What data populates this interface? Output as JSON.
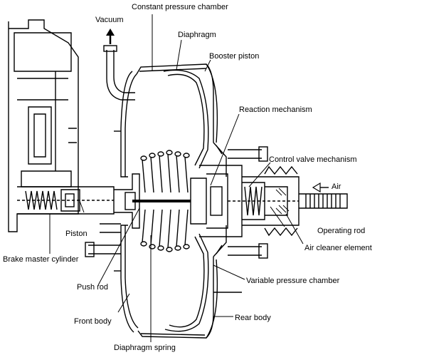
{
  "labels": {
    "constant_pressure_chamber": "Constant pressure chamber",
    "vacuum": "Vacuum",
    "diaphragm": "Diaphragm",
    "booster_piston": "Booster piston",
    "reaction_mechanism": "Reaction mechanism",
    "control_valve_mechanism": "Control valve mechanism",
    "air": "Air",
    "operating_rod": "Operating rod",
    "air_cleaner_element": "Air cleaner element",
    "piston": "Piston",
    "brake_master_cylinder": "Brake master cylinder",
    "variable_pressure_chamber": "Variable pressure chamber",
    "push_rod": "Push rod",
    "rear_body": "Rear body",
    "front_body": "Front body",
    "diaphragm_spring": "Diaphragm spring"
  },
  "colors": {
    "ink": "#000000",
    "paper": "#ffffff"
  }
}
